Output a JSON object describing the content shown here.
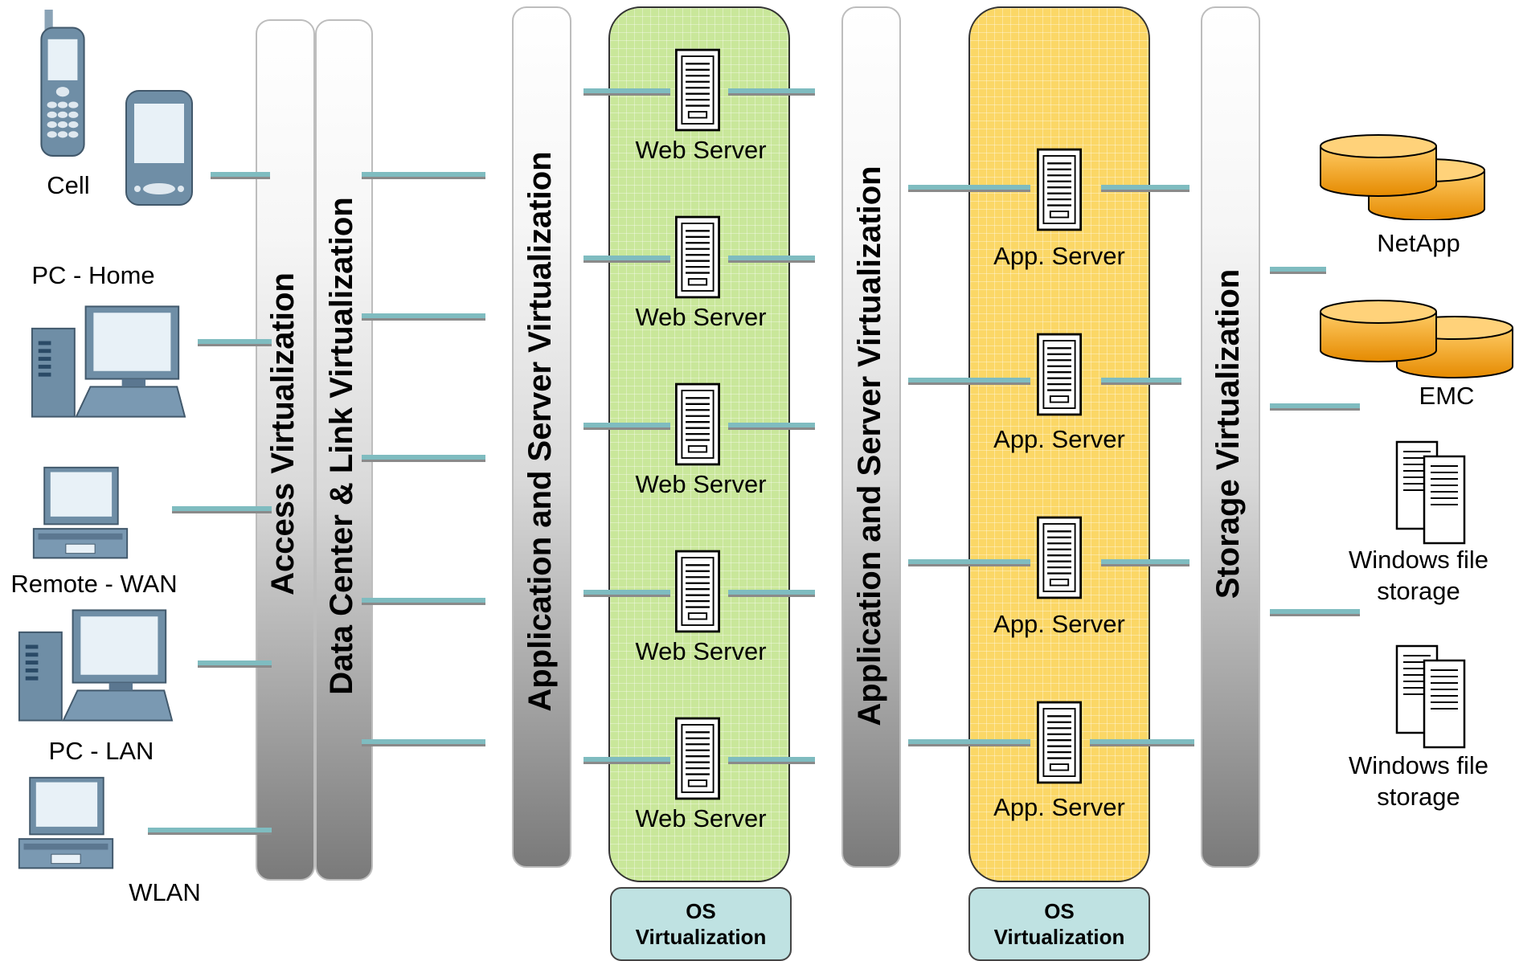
{
  "bars": {
    "access": "Access Virtualization",
    "datacenter": "Data Center & Link Virtualization",
    "appserver1": "Application and Server Virtualization",
    "appserver2": "Application and Server Virtualization",
    "storage": "Storage Virtualization"
  },
  "clients": {
    "cell": "Cell",
    "pc_home": "PC - Home",
    "remote_wan": "Remote - WAN",
    "pc_lan": "PC - LAN",
    "wlan": "WLAN"
  },
  "web_servers": [
    "Web Server",
    "Web Server",
    "Web Server",
    "Web Server",
    "Web Server"
  ],
  "app_servers": [
    "App. Server",
    "App. Server",
    "App. Server",
    "App. Server"
  ],
  "os_virtualization": {
    "line1": "OS",
    "line2": "Virtualization"
  },
  "storage": {
    "netapp": "NetApp",
    "emc": "EMC",
    "windows1_line1": "Windows file",
    "windows1_line2": "storage",
    "windows2_line1": "Windows file",
    "windows2_line2": "storage"
  },
  "colors": {
    "web_column": "#c9e79a",
    "app_column": "#fbd766",
    "os_box": "#bfe2e2",
    "connector": "#7fbcc0",
    "database": "#f5a623"
  }
}
